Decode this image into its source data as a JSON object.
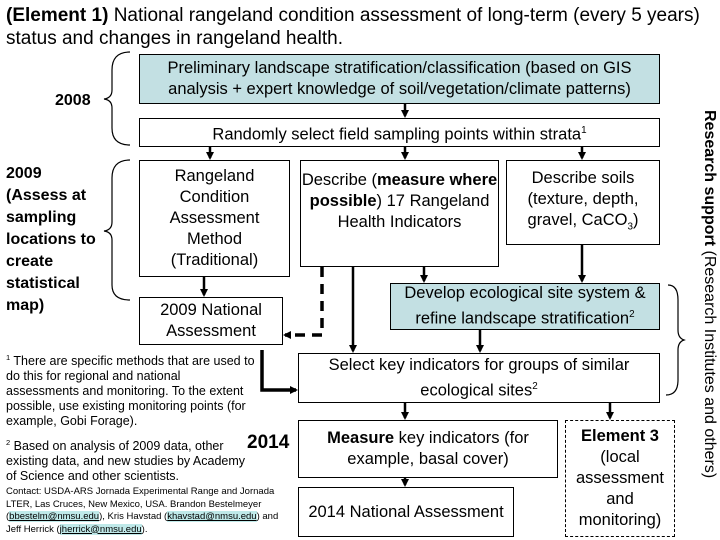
{
  "title": {
    "element": "(Element 1)",
    "text": " National rangeland condition assessment of long-term (every 5 years) status and changes in rangeland health."
  },
  "years": {
    "y2008": "2008",
    "y2009": "2009 (Assess at sampling locations to create statistical map)",
    "y2014": "2014"
  },
  "boxes": {
    "preliminary": "Preliminary landscape stratification/classification (based on GIS analysis + expert knowledge of soil/vegetation/climate patterns)",
    "random": "Randomly select field sampling points within strata",
    "random_sup": "1",
    "rangeland": "Rangeland Condition Assessment Method (Traditional)",
    "describe_a": "Describe  (",
    "describe_b": "measure where possible",
    "describe_c": ") 17 Rangeland Health Indicators",
    "soils_a": "Describe soils (texture, depth, gravel, CaCO",
    "soils_sub": "3",
    "soils_b": ")",
    "develop": "Develop ecological site system & refine landscape stratification",
    "develop_sup": "2",
    "national2009": "2009 National Assessment",
    "select": "Select key indicators for groups of similar ecological sites",
    "select_sup": "2",
    "measure_a": "Measure",
    "measure_b": " key indicators (for example, basal cover)",
    "national2014": "2014 National Assessment",
    "element3_a": "Element 3",
    "element3_b": "(local assessment and monitoring)"
  },
  "notes": {
    "n1_sup": "1",
    "n1": " There are specific methods that are used to do this for regional and national assessments and monitoring. To the extent possible, use existing monitoring points (for example, Gobi Forage).",
    "n2_sup": "2",
    "n2": " Based on analysis of 2009 data, other existing data, and new studies by Academy of Science and other scientists.",
    "contact_a": "Contact: USDA-ARS Jornada Experimental Range and Jornada LTER, Las Cruces, New Mexico, USA. Brandon Bestelmeyer (",
    "email1": "bbestelm@nmsu.edu",
    "contact_b": "), Kris Havstad (",
    "email2": "khavstad@nmsu.edu",
    "contact_c": ") and Jeff Herrick (",
    "email3": "jherrick@nmsu.edu",
    "contact_d": ")."
  },
  "side": {
    "bold": "Research support",
    "rest": " (Research Institutes and others)"
  },
  "colors": {
    "blue_fill": "#c3e0e3",
    "link_highlight": "#bfe9e9"
  }
}
